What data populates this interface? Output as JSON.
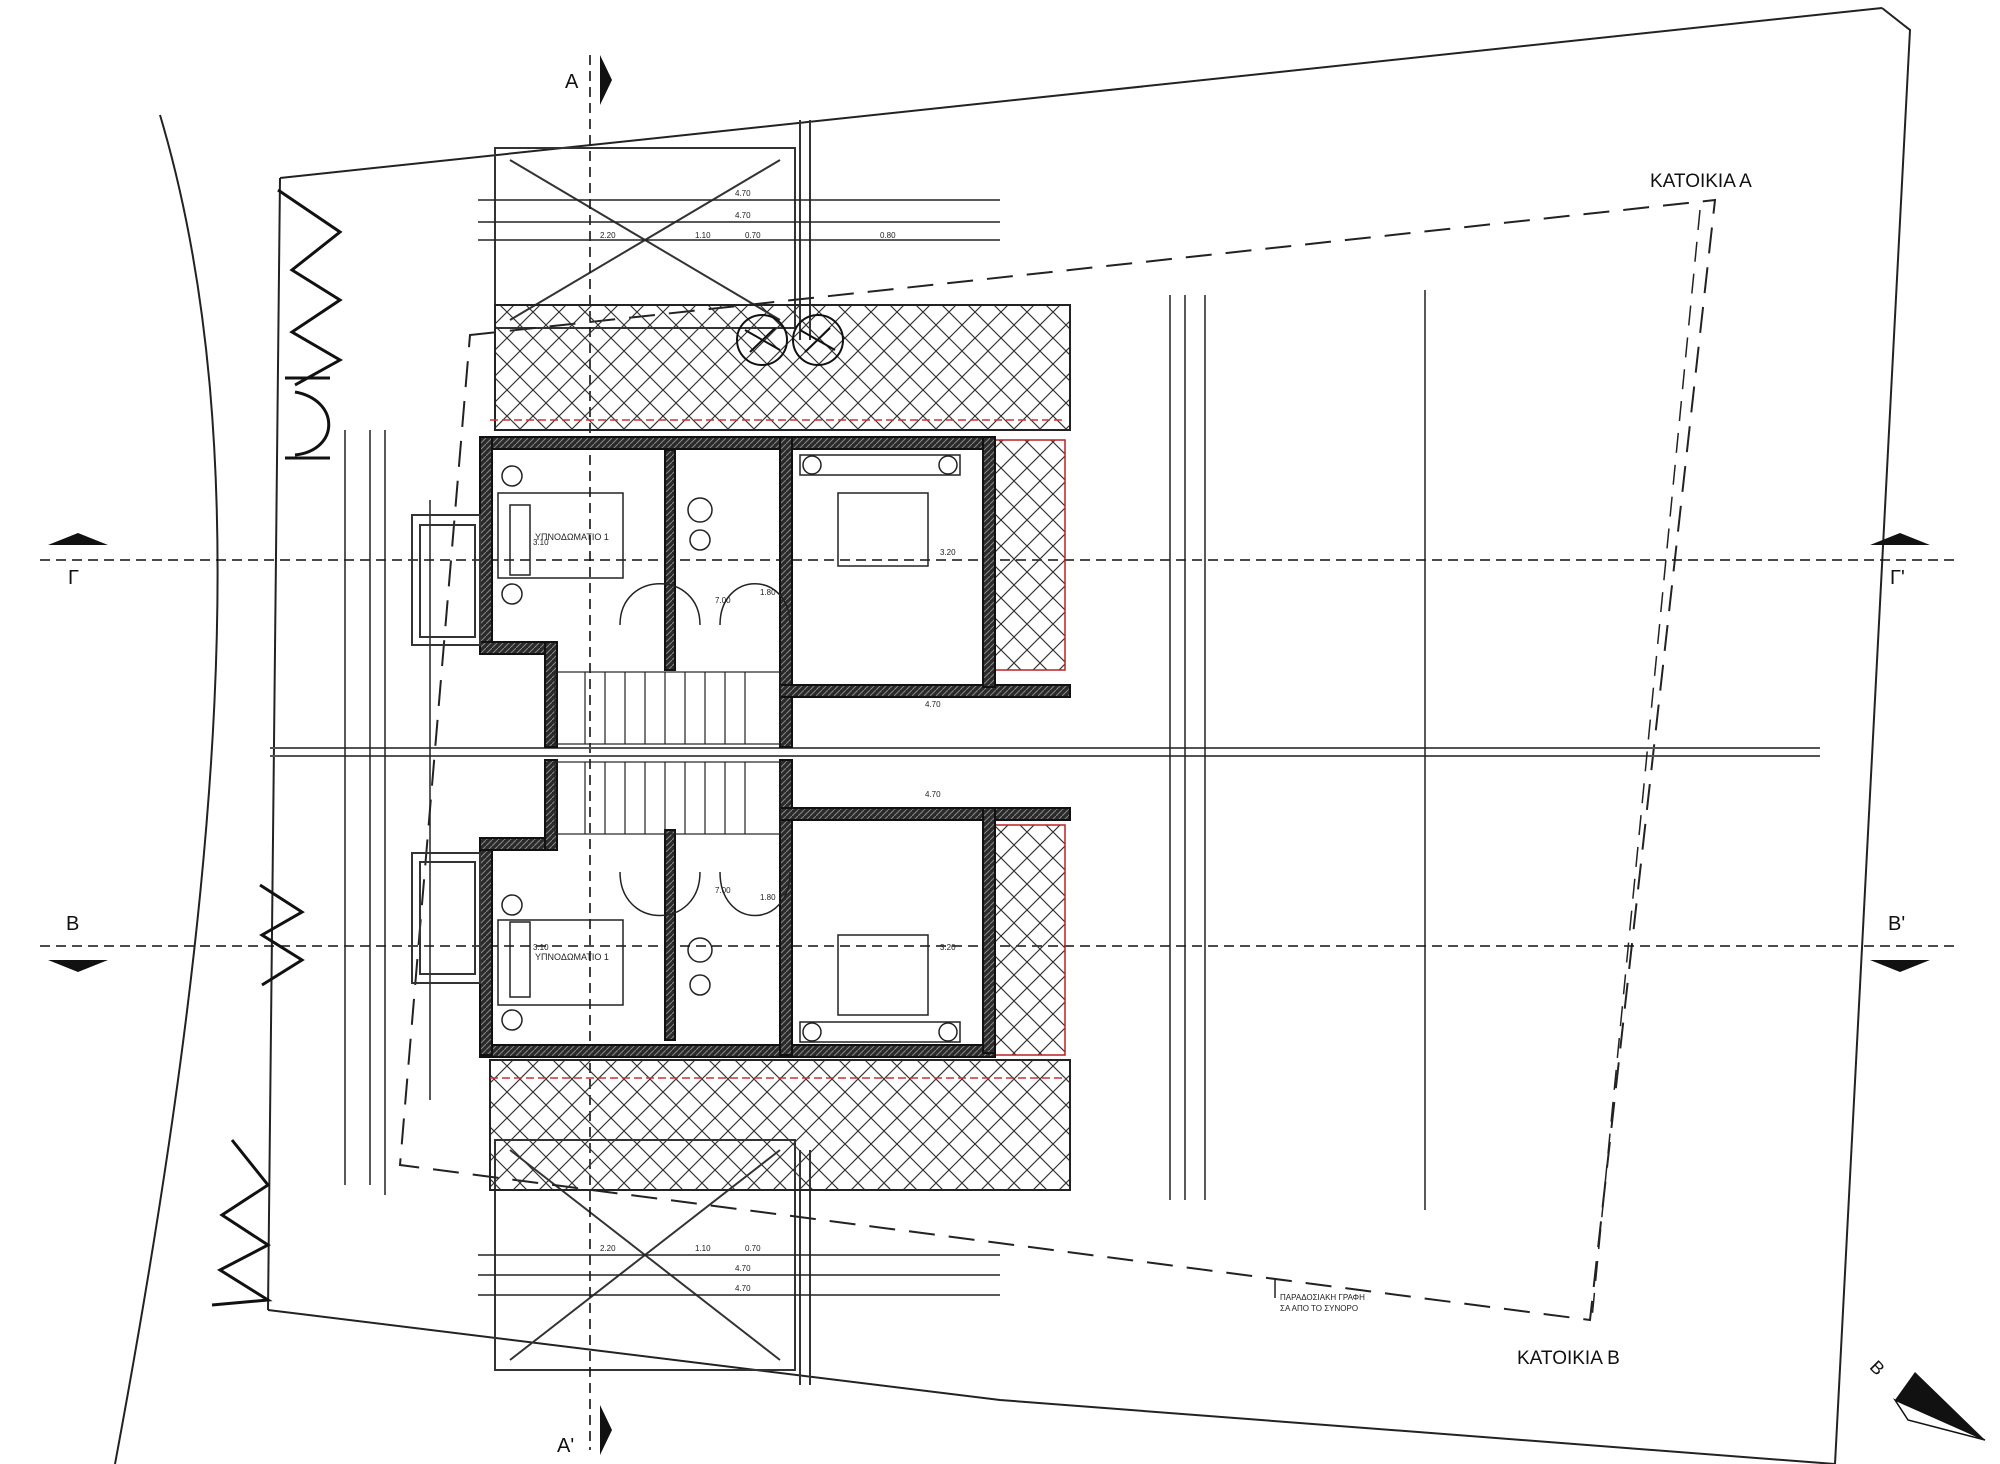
{
  "labels": {
    "house_a": "ΚΑΤΟΙΚΙΑ Α",
    "house_b": "ΚΑΤΟΙΚΙΑ Β",
    "section_a": "Α",
    "section_a_prime": "Α'",
    "section_b": "Β",
    "section_b_prime": "Β'",
    "section_g": "Γ",
    "section_g_prime": "Γ'",
    "north": "Β"
  },
  "rooms": {
    "bedroom_1_a": "ΥΠΝΟΔΩΜΑΤΙΟ 1",
    "bedroom_1_b": "ΥΠΝΟΔΩΜΑΤΙΟ 1"
  },
  "dimensions": {
    "top_rows": [
      "4.70",
      "4.70",
      "2.20",
      "1.10",
      "0.70",
      "0.80"
    ],
    "bottom_rows": [
      "2.20",
      "1.10",
      "0.70",
      "4.70",
      "4.70"
    ],
    "interior_a": [
      "4.70",
      "3.20",
      "3.10",
      "1.80",
      "7.00"
    ],
    "interior_b": [
      "4.70",
      "3.20",
      "3.10",
      "1.80",
      "7.00"
    ]
  },
  "note": [
    "ΠΑΡΑΔΟΣΙΑΚΗ ΓΡΑΦΗ",
    "ΣΑ ΑΠΟ ΤΟ ΣΥΝΟΡΟ"
  ]
}
